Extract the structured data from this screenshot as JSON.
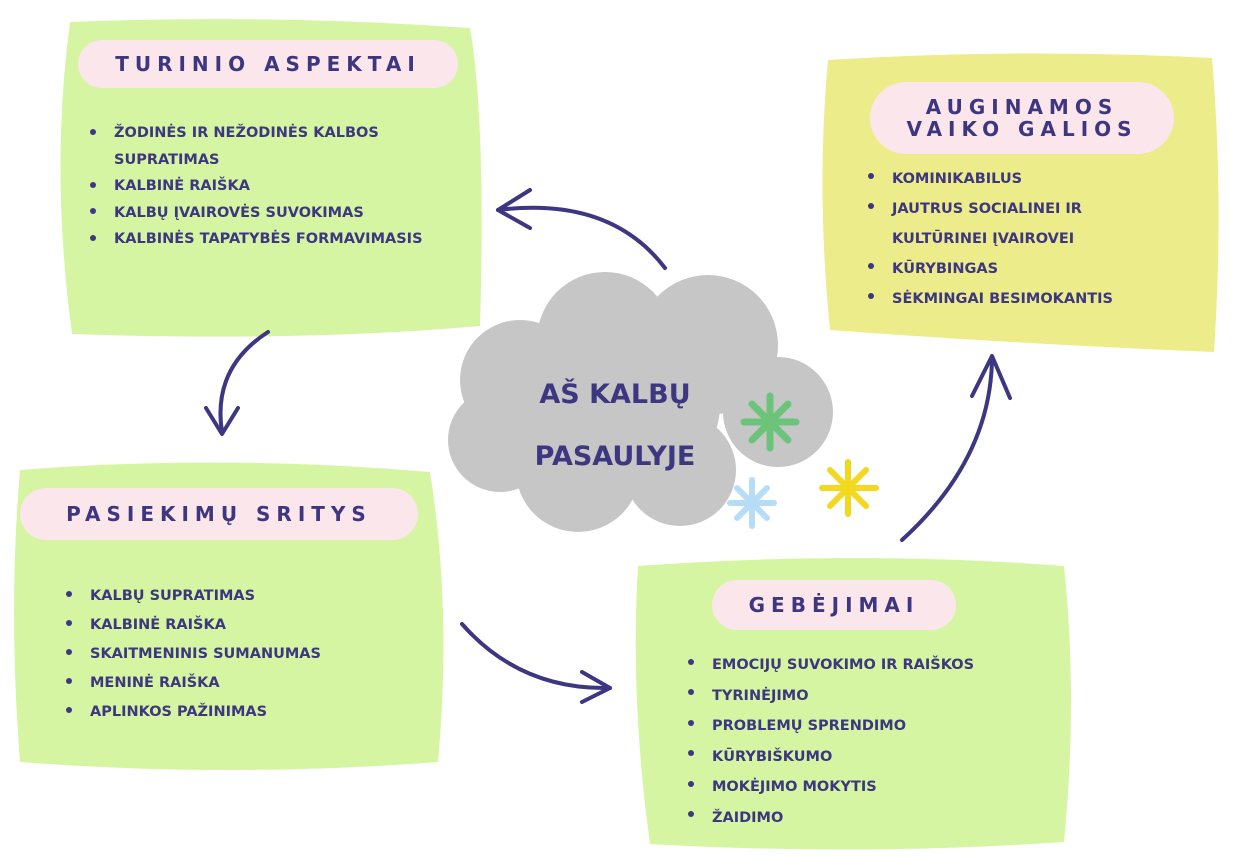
{
  "center": {
    "title_line1": "AŠ KALBŲ",
    "title_line2": "PASAULYJE"
  },
  "turinio": {
    "title": "TURINIO ASPEKTAI",
    "items": [
      "ŽODINĖS IR NEŽODINĖS KALBOS",
      "SUPRATIMAS",
      "KALBINĖ RAIŠKA",
      "KALBŲ ĮVAIROVĖS SUVOKIMAS",
      "KALBINĖS TAPATYBĖS FORMAVIMASIS"
    ]
  },
  "galios": {
    "title_line1": "AUGINAMOS",
    "title_line2": "VAIKO GALIOS",
    "items": [
      "KOMINIKABILUS",
      "JAUTRUS SOCIALINEI IR",
      "KULTŪRINEI ĮVAIROVEI",
      "KŪRYBINGAS",
      "SĖKMINGAI BESIMOKANTIS"
    ]
  },
  "pasiekimu": {
    "title": "PASIEKIMŲ SRITYS",
    "items": [
      "KALBŲ SUPRATIMAS",
      "KALBINĖ RAIŠKA",
      "SKAITMENINIS SUMANUMAS",
      "MENINĖ RAIŠKA",
      "APLINKOS PAŽINIMAS"
    ]
  },
  "gebejimai": {
    "title": "GEBĖJIMAI",
    "items": [
      "EMOCIJŲ SUVOKIMO IR RAIŠKOS",
      "TYRINĖJIMO",
      "PROBLEMŲ SPRENDIMO",
      "KŪRYBIŠKUMO",
      "MOKĖJIMO MOKYTIS",
      "ŽAIDIMO"
    ]
  },
  "colors": {
    "green_box": "#d6f5a3",
    "yellow_box": "#ecec8a",
    "pill": "#fbe6ec",
    "text": "#3d3680",
    "cloud": "#c6c6c6",
    "sparkle_green": "#6cc47a",
    "sparkle_yellow": "#f2d81f",
    "sparkle_blue": "#b7dcf7"
  }
}
